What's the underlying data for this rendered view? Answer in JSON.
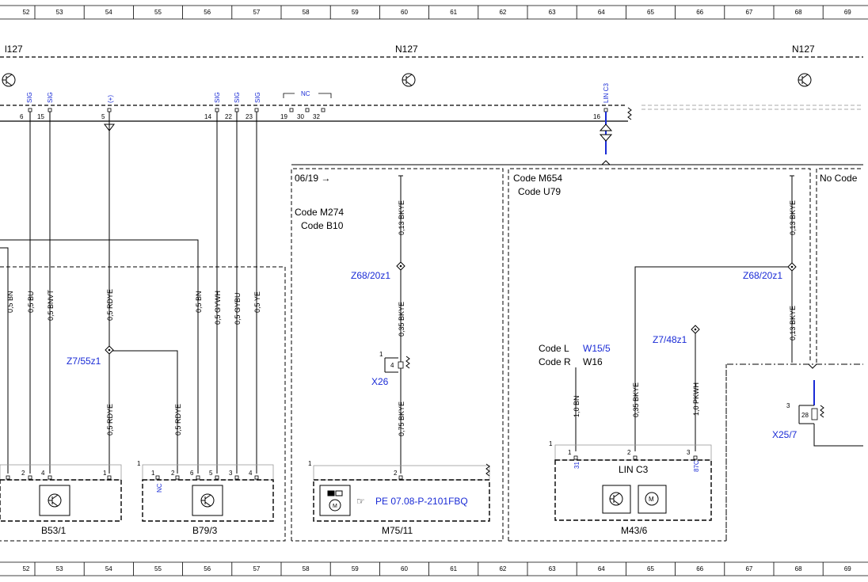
{
  "ruler": [
    "52",
    "53",
    "54",
    "55",
    "56",
    "57",
    "58",
    "59",
    "60",
    "61",
    "62",
    "63",
    "64",
    "65",
    "66",
    "67",
    "68",
    "69"
  ],
  "header": {
    "n127_left": "l127",
    "n127_mid": "N127",
    "n127_right": "N127",
    "nc_label": "NC",
    "sig": "SIG",
    "plus": "(+)",
    "lin_c3_vert": "LIN C3",
    "pins": [
      "6",
      "15",
      "5",
      "14",
      "22",
      "23",
      "19",
      "30",
      "32",
      "16"
    ]
  },
  "wires": {
    "w1": "0,5 BN",
    "w2": "0,5 BU",
    "w3": "0,5 BNVT",
    "w4": "0,5 RDYE",
    "w5": "0,5 BN",
    "w6": "0,5 GYWH",
    "w7": "0,5 GYBU",
    "w8": "0,5 YE",
    "w9": "0,5 RDYE",
    "w10": "0,5 RDYE",
    "w11": "0,13 BKYE",
    "w12": "0,35 BKYE",
    "w13": "0,75 BKYE",
    "w14": "1,0 BN",
    "w15": "0,35 BKYE",
    "w16": "1,0 PKWH",
    "w17": "0,13 BKYE",
    "w18": "0,13 BKYE"
  },
  "sections": {
    "date": "06/19 →",
    "code_m274": "Code M274",
    "code_b10": "Code B10",
    "code_m654": "Code M654",
    "code_u79": "Code U79",
    "no_code": "No Code",
    "code_l": "Code L",
    "code_r": "Code R",
    "w15_5": "W15/5",
    "w16": "W16"
  },
  "connectors": {
    "z7_55z1": "Z7/55z1",
    "z68_20z1_a": "Z68/20z1",
    "z68_20z1_b": "Z68/20z1",
    "z7_48z1": "Z7/48z1",
    "x26": "X26",
    "x25_7": "X25/7",
    "x26_pin": "4",
    "x26_pin1": "1",
    "x25_pin": "28",
    "x25_pin3": "3"
  },
  "components": {
    "b53_1": "B53/1",
    "b79_3": "B79/3",
    "m75_11": "M75/11",
    "m43_6": "M43/6",
    "pe_ref": "PE 07.08-P-2101FBQ",
    "lin_c3": "LIN C3",
    "b53_pins": [
      "2",
      "4",
      "1"
    ],
    "b79_pins": [
      "1",
      "2",
      "6",
      "5",
      "3",
      "4"
    ],
    "b79_one": "1",
    "m75_one": "1",
    "m75_pin": "2",
    "m43_one": "1",
    "m43_pins": [
      "1",
      "2",
      "3"
    ],
    "nc": "NC",
    "p31": "31",
    "p87c": "87C"
  }
}
